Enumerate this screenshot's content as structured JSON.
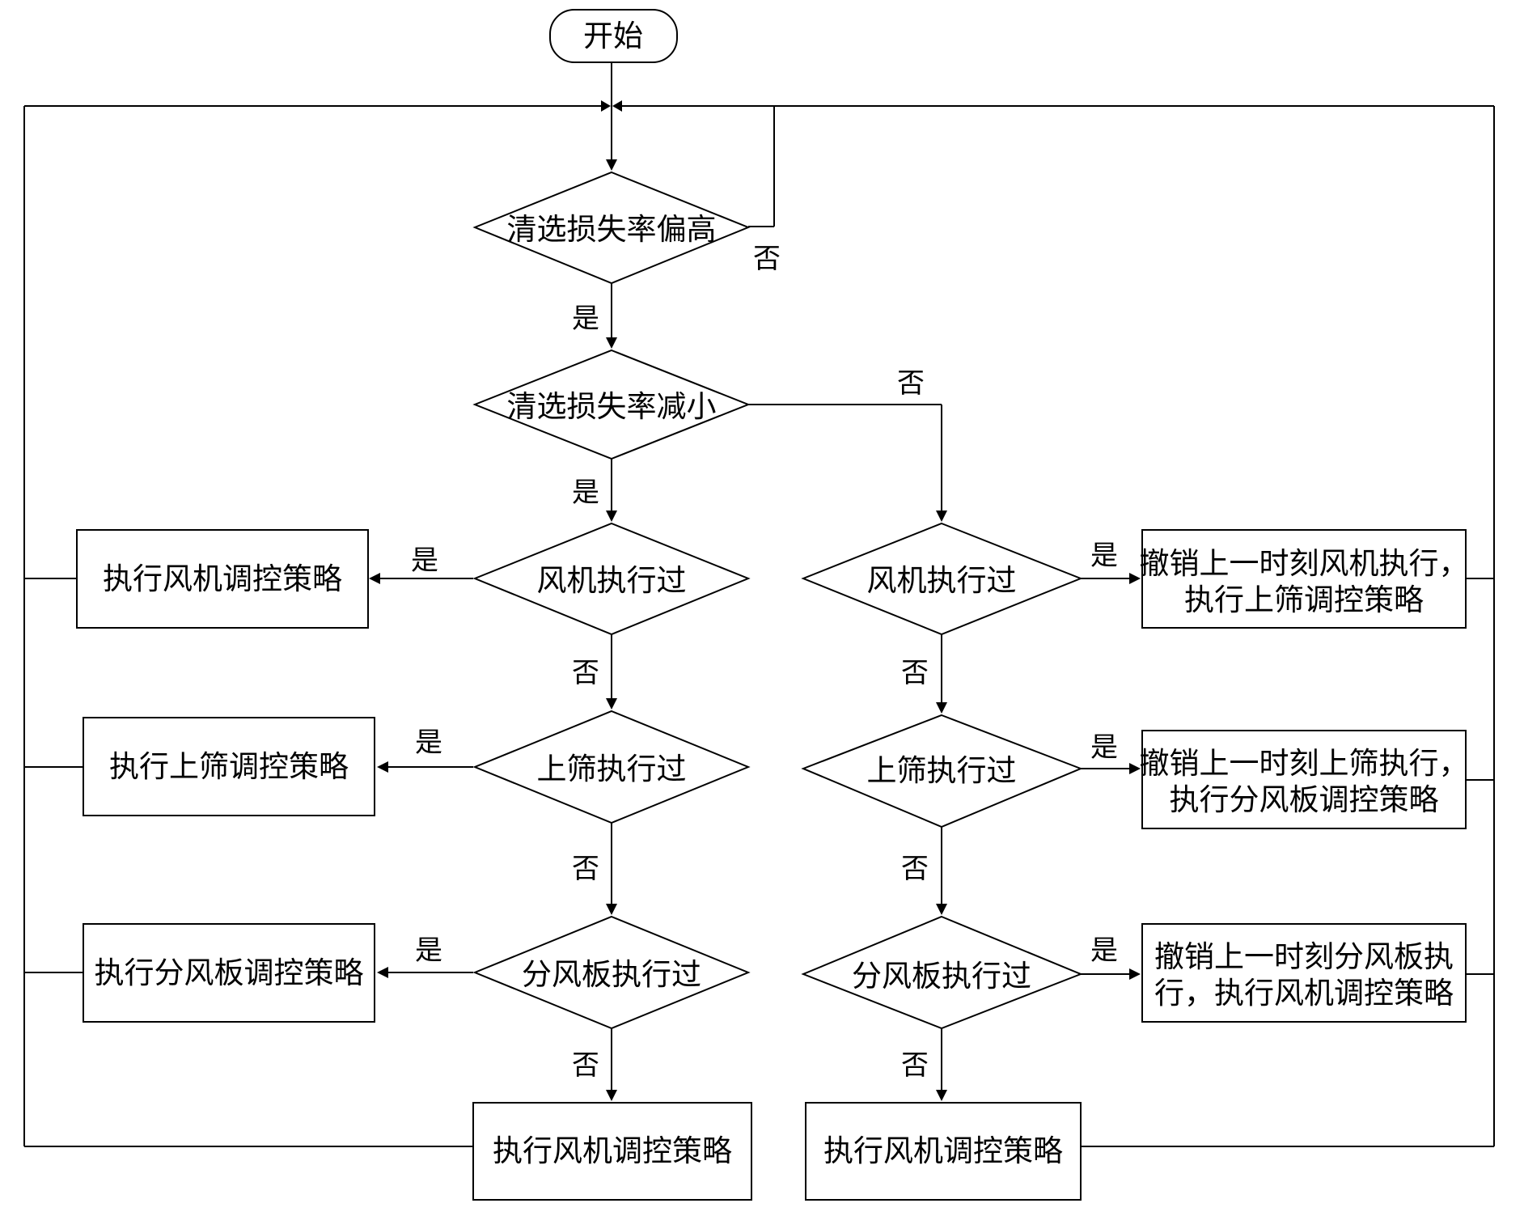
{
  "flowchart": {
    "start": "开始",
    "decisions": {
      "loss_high": "清选损失率偏高",
      "loss_reduced": "清选损失率减小",
      "left_fan_done": "风机执行过",
      "left_sieve_done": "上筛执行过",
      "left_board_done": "分风板执行过",
      "right_fan_done": "风机执行过",
      "right_sieve_done": "上筛执行过",
      "right_board_done": "分风板执行过"
    },
    "processes": {
      "left_fan": "执行风机调控策略",
      "left_sieve": "执行上筛调控策略",
      "left_board": "执行分风板调控策略",
      "center_left_fan": "执行风机调控策略",
      "center_right_fan": "执行风机调控策略",
      "right_revoke_fan_line1": "撤销上一时刻风机执行，",
      "right_revoke_fan_line2": "执行上筛调控策略",
      "right_revoke_sieve_line1": "撤销上一时刻上筛执行，",
      "right_revoke_sieve_line2": "执行分风板调控策略",
      "right_revoke_board_line1": "撤销上一时刻分风板执",
      "right_revoke_board_line2": "行，执行风机调控策略"
    },
    "labels": {
      "yes": "是",
      "no": "否"
    }
  }
}
